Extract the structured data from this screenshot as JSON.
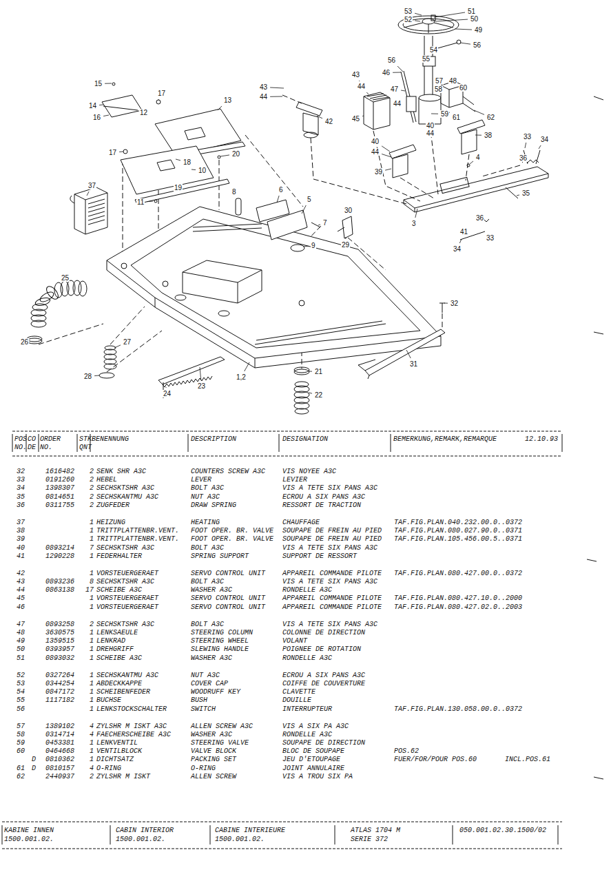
{
  "diagram": {
    "labels": [
      "53",
      "52",
      "51",
      "50",
      "49",
      "56",
      "54",
      "55",
      "56",
      "43",
      "46",
      "48",
      "43",
      "44",
      "44",
      "47",
      "57",
      "60",
      "58",
      "44",
      "45",
      "42",
      "59",
      "61",
      "62",
      "40",
      "44",
      "38",
      "40",
      "44",
      "33",
      "34",
      "36",
      "4",
      "39",
      "35",
      "3",
      "36",
      "41",
      "33",
      "34",
      "15",
      "17",
      "13",
      "14",
      "12",
      "16",
      "17",
      "18",
      "20",
      "10",
      "19",
      "37",
      "11",
      "8",
      "6",
      "5",
      "7",
      "30",
      "29",
      "9",
      "25",
      "32",
      "26",
      "27",
      "31",
      "28",
      "1,2",
      "21",
      "22",
      "23",
      "24",
      "POS",
      "CO",
      "ORDER",
      "STK",
      "BENENNUNG",
      "DESCRIPTION",
      "DESIGNATION",
      "BEMERKUNG,REMARK,REMARQUE",
      "12.10.93",
      "NO.",
      "DE",
      "NO.",
      "QNT",
      "32",
      "1616482",
      "2",
      "SENK SHR A3C",
      "COUNTERS SCREW A3C",
      "VIS NOYEE A3C",
      "33",
      "0191260",
      "2",
      "HEBEL",
      "LEVER",
      "LEVIER",
      "34",
      "1398307",
      "2",
      "SECHSKTSHR A3C",
      "BOLT A3C",
      "VIS A TETE SIX PANS A3C",
      "35",
      "0814651",
      "2",
      "SECHSKANTMU A3C",
      "NUT A3C",
      "ECROU A SIX PANS A3C",
      "36",
      "0311755",
      "2",
      "ZUGFEDER",
      "DRAW SPRING",
      "RESSORT DE TRACTION",
      "37",
      "1",
      "HEIZUNG",
      "HEATING",
      "CHAUFFAGE",
      "TAF.FIG.PLAN.040.232.00.0..0372",
      "38",
      "1",
      "TRITTPLATTENBR.VENT.",
      "FOOT OPER. BR. VALVE",
      "SOUPAPE DE FREIN AU PIED",
      "TAF.FIG.PLAN.080.027.90.0..0371",
      "39",
      "1",
      "TRITTPLATTENBR.VENT.",
      "FOOT OPER. BR. VALVE",
      "SOUPAPE DE FREIN AU PIED",
      "TAF.FIG.PLAN.105.456.00.5..0371",
      "40",
      "0893214",
      "7",
      "SECHSKTSHR A3C",
      "BOLT A3C",
      "VIS A TETE SIX PANS A3C",
      "41",
      "1290228",
      "1",
      "FEDERHALTER",
      "SPRING SUPPORT",
      "SUPPORT DE RESSORT",
      "42",
      "1",
      "VORSTEUERGERAET",
      "SERVO CONTROL UNIT",
      "APPAREIL COMMANDE PILOTE",
      "TAF.FIG.PLAN.080.427.00.0..0372",
      "43",
      "0893236",
      "8",
      "SECHSKTSHR A3C",
      "BOLT A3C",
      "VIS A TETE SIX PANS A3C",
      "44",
      "0863138",
      "17",
      "SCHEIBE A3C",
      "WASHER A3C",
      "RONDELLE A3C",
      "45",
      "1",
      "VORSTEUERGERAET",
      "SERVO CONTROL UNIT",
      "APPAREIL COMMANDE PILOTE",
      "TAF.FIG.PLAN.080.427.10.0..2000",
      "46",
      "1",
      "VORSTEUERGERAET",
      "SERVO CONTROL UNIT",
      "APPAREIL COMMANDE PILOTE",
      "TAF.FIG.PLAN.080.427.02.0..2003",
      "47",
      "0893258",
      "2",
      "SECHSKTSHR A3C",
      "BOLT A3C",
      "VIS A TETE SIX PANS A3C",
      "48",
      "3630575",
      "1",
      "LENKSAEULE",
      "STEERING COLUMN",
      "COLONNE DE DIRECTION",
      "49",
      "1359515",
      "1",
      "LENKRAD",
      "STEERING WHEEL",
      "VOLANT",
      "50",
      "0393957",
      "1",
      "DREHGRIFF",
      "SLEWING HANDLE",
      "POIGNEE DE ROTATION",
      "51",
      "0893032",
      "1",
      "SCHEIBE A3C",
      "WASHER A3C",
      "RONDELLE A3C",
      "52",
      "0327264",
      "1",
      "SECHSKANTMU A3C",
      "NUT A3C",
      "ECROU A SIX PANS A3C",
      "53",
      "0344254",
      "1",
      "ABDECKKAPPE",
      "COVER CAP",
      "COIFFE DE COUVERTURE",
      "54",
      "0847172",
      "1",
      "SCHEIBENFEDER",
      "WOODRUFF KEY",
      "CLAVETTE",
      "55",
      "1117182",
      "1",
      "BUCHSE",
      "BUSH",
      "DOUILLE",
      "56",
      "1",
      "LENKSTOCKSCHALTER",
      "SWITCH",
      "INTERRUPTEUR",
      "TAF.FIG.PLAN.130.058.00.0..0372",
      "57",
      "1389102",
      "4",
      "ZYLSHR M ISKT A3C",
      "ALLEN SCREW A3C",
      "VIS A SIX PA A3C",
      "58",
      "0314714",
      "4",
      "FAECHERSCHEIBE A3C",
      "WASHER A3C",
      "RONDELLE A3C",
      "59",
      "0453381",
      "1",
      "LENKVENTIL",
      "STEERING VALVE",
      "SOUPAPE DE DIRECTION",
      "60",
      "0464668",
      "1",
      "VENTILBLOCK",
      "VALVE BLOCK",
      "BLOC DE SOUPAPE",
      "POS.62",
      "D",
      "0810362",
      "1",
      "DICHTSATZ",
      "PACKING SET",
      "JEU D'ETOUPAGE",
      "FUER/FOR/POUR POS.60",
      "INCL.POS.61",
      "61",
      "D",
      "0810157",
      "4",
      "O-RING",
      "O-RING",
      "JOINT ANNULAIRE",
      "62",
      "2440937",
      "2",
      "ZYLSHR M ISKT",
      "ALLEN SCREW",
      "VIS A TROU SIX PA",
      "KABINE INNEN",
      "CABIN INTERIOR",
      "CABINE INTERIEURE",
      "ATLAS 1704 M",
      "050.001.02.30.1500/02",
      "1500.001.02.",
      "1500.001.02.",
      "1500.001.02.",
      "SERIE 372"
    ]
  }
}
